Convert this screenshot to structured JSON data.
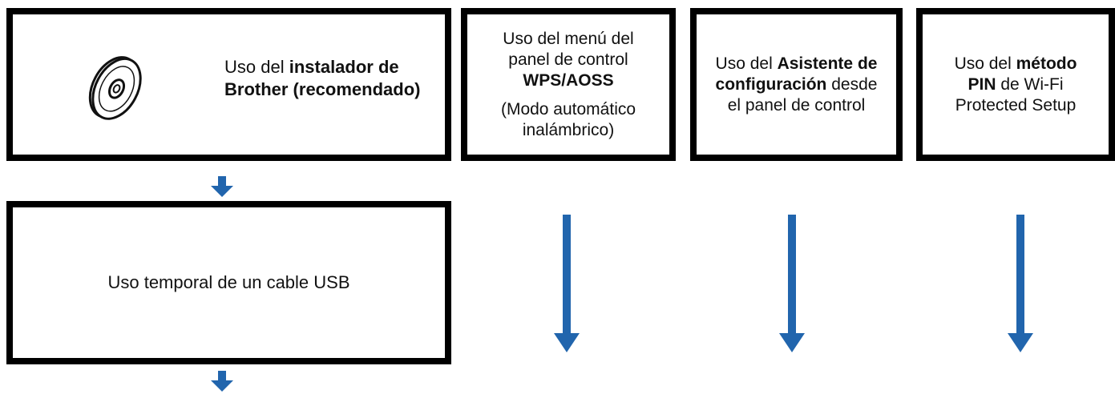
{
  "boxes": {
    "installer": {
      "prefix": "Uso del",
      "bold": "instalador de Brother (recomendado)"
    },
    "wps": {
      "line1": "Uso del menú del panel de control",
      "bold": "WPS/AOSS",
      "note": "(Modo automático inalámbrico)"
    },
    "wizard": {
      "prefix": "Uso del",
      "bold": "Asistente de configuración",
      "suffix": "desde el panel de control"
    },
    "pin": {
      "prefix": "Uso del",
      "bold1": "método",
      "bold2": "PIN",
      "suffix": "de Wi-Fi Protected Setup"
    },
    "usb": {
      "text": "Uso temporal de un cable USB"
    }
  },
  "icons": {
    "installer": "cd-disc-icon",
    "arrows": "arrow-down-icon"
  },
  "colors": {
    "border": "#000000",
    "arrow": "#2165ad"
  }
}
